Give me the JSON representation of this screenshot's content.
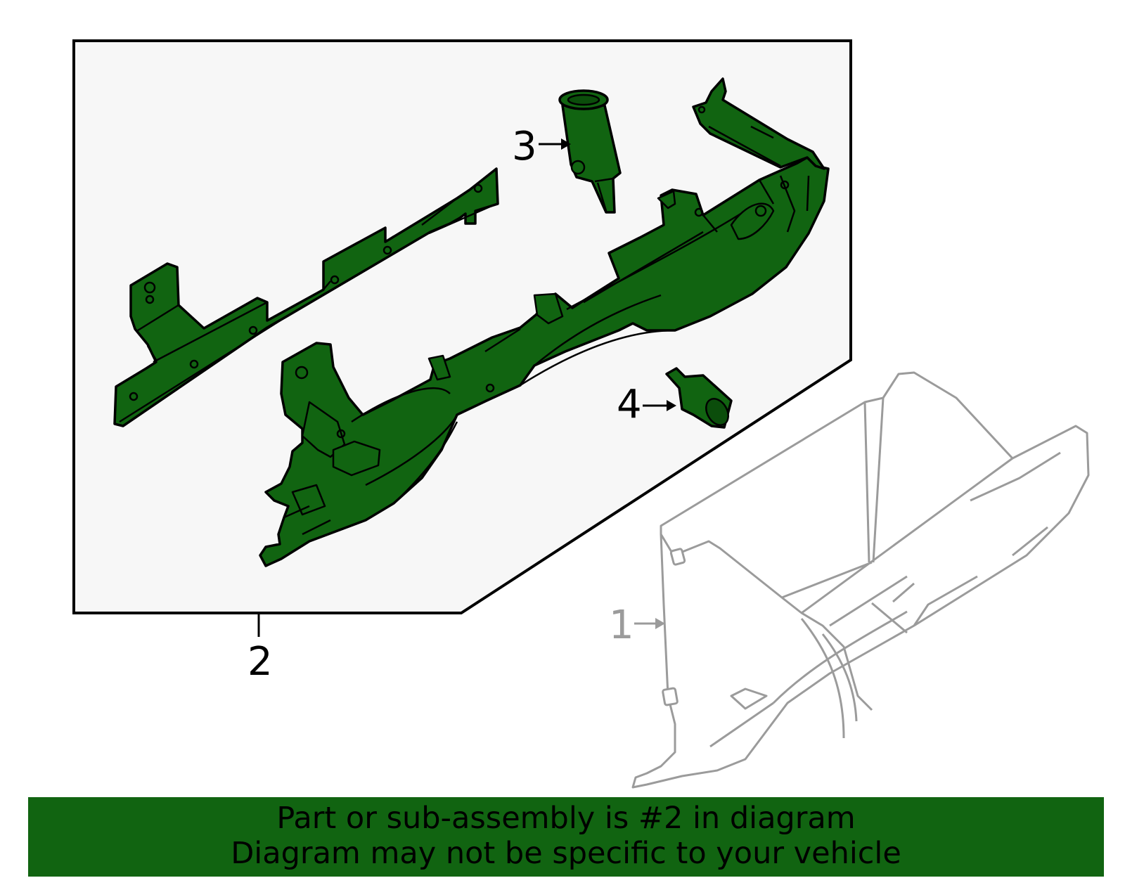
{
  "callouts": {
    "part1": "1",
    "part2": "2",
    "part3": "3",
    "part4": "4"
  },
  "banner": {
    "line1": "Part or sub-assembly is #2 in diagram",
    "line2": "Diagram may not be specific to your vehicle"
  },
  "colors": {
    "highlight": "#116411",
    "outline": "#000000",
    "panel_bg": "#f7f7f7",
    "ghost_part": "#9b9b9b"
  }
}
